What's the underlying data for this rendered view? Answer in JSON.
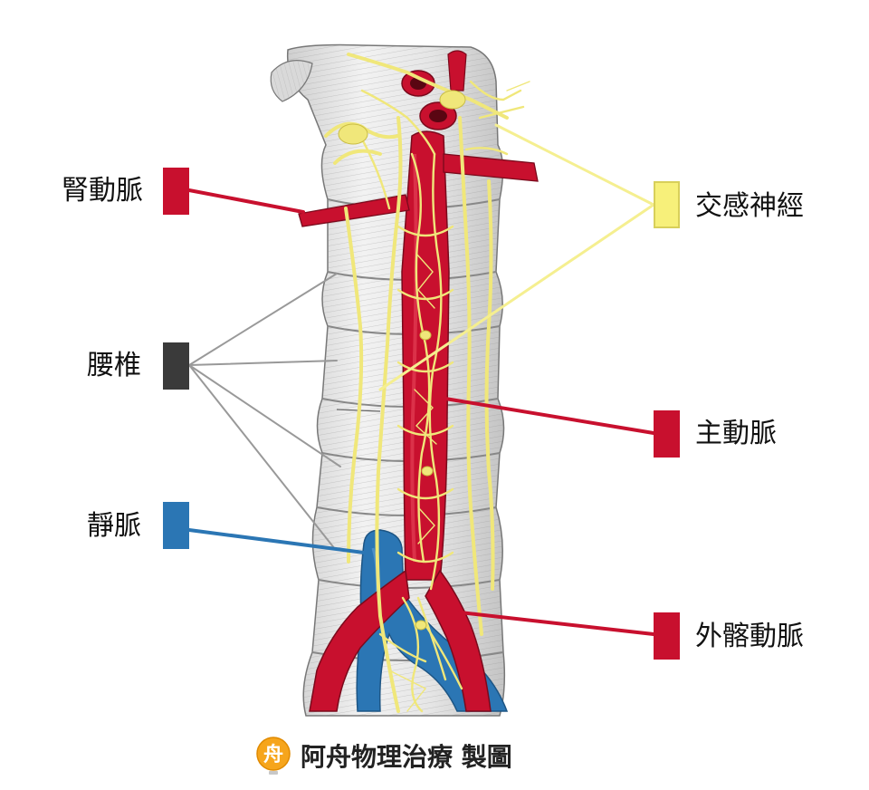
{
  "labels": {
    "renal_artery": "腎動脈",
    "lumbar_vertebra": "腰椎",
    "vein": "靜脈",
    "sympathetic_nerve": "交感神經",
    "aorta": "主動脈",
    "iliac_artery": "外髂動脈"
  },
  "footer": {
    "logo_char": "舟",
    "text": "阿舟物理治療 製圖"
  },
  "colors": {
    "artery": "#c8102e",
    "vertebra": "#3a3a3a",
    "vein": "#2b76b4",
    "nerve": "#f7f07a",
    "bone": "#eeeeee",
    "logo": "#f6a51c"
  }
}
